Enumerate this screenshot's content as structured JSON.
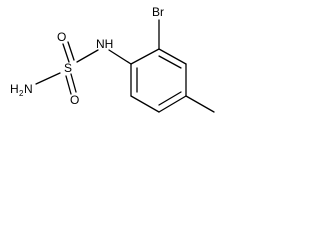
{
  "molecule": {
    "atoms": {
      "nh": "NH",
      "s": "S",
      "o_top": "O",
      "o_bottom": "O",
      "amine_h": "H",
      "amine_sub": "2",
      "amine_n": "N",
      "br": "Br"
    }
  }
}
